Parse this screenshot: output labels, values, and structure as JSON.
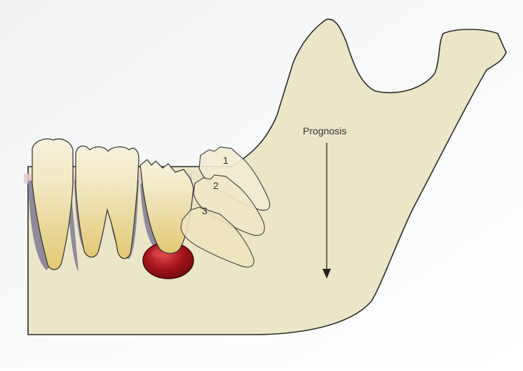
{
  "labels": {
    "prognosis": "Prognosis",
    "stage_1": "1",
    "stage_2": "2",
    "stage_3": "3"
  },
  "colors": {
    "bone": "#ece6c8",
    "bone_edge": "#2a2a2a",
    "enamel": "#f4efd9",
    "root": "#e6cf86",
    "root_lining": "#8f8a9c",
    "gum": "#e8c9cf",
    "cyst": "#a3141b",
    "cyst_highlight": "#e0474c",
    "arrow": "#222222",
    "background": "#ffffff"
  }
}
